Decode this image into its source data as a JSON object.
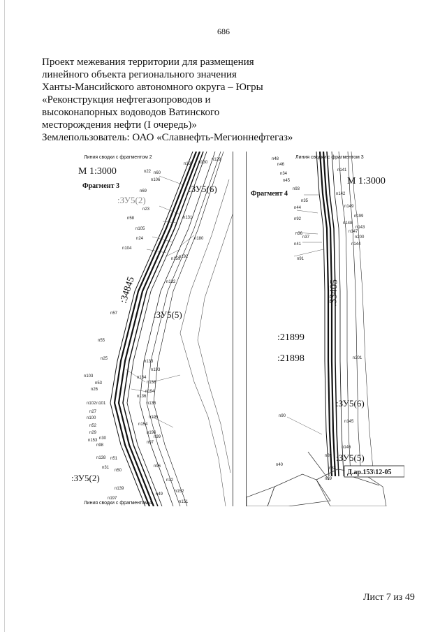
{
  "page_number": "686",
  "title_lines": [
    "Проект межевания территории для размещения",
    "линейного объекта регионального значения",
    "Ханты-Мансийского автономного округа – Югры",
    "«Реконструкция нефтегазопроводов и",
    "высоконапорных водоводов Ватинского",
    "месторождения нефти (I очередь)»",
    "Землепользователь: ОАО «Славнефть-Мегионнефтегаз»"
  ],
  "map_left": {
    "top_caption": "Линия сводки с фрагментом 2",
    "bottom_caption": "Линия сводки с фрагментом 4",
    "scale": "М 1:3000",
    "fragment": "Фрагмент 3",
    "cadastral": ":34845",
    "zones": [
      ":ЗУ5(6)",
      ":ЗУ5(2)",
      ":ЗУ5(5)",
      ":ЗУ5(2)"
    ],
    "labels": [
      "n107",
      "n130",
      "n129",
      "n22",
      "n60",
      "n106",
      "n69",
      "n23",
      "n58",
      "n131",
      "n105",
      "n24",
      "n180",
      "n104",
      "n159",
      "n192",
      "n132",
      "n57",
      "n55",
      "n25",
      "n133",
      "n103",
      "n193",
      "n134",
      "n53",
      "n158",
      "n26",
      "n194",
      "n136",
      "n102",
      "n101",
      "n27",
      "n135",
      "n100",
      "n195",
      "n52",
      "n154",
      "n196",
      "n29",
      "n99",
      "n153",
      "n30",
      "n98",
      "n97",
      "n138",
      "n51",
      "n31",
      "n50",
      "n96",
      "n139",
      "n32",
      "n197",
      "n49",
      "n152",
      "n151",
      "n140"
    ]
  },
  "map_right": {
    "top_caption": "Линия сводки с фрагментом 3",
    "scale": "М 1:3000",
    "fragment": "Фрагмент 4",
    "cadastral": ":33405",
    "parcels": [
      ":21899",
      ":21898"
    ],
    "zones": [
      ":ЗУ5(6)",
      ":ЗУ5(5)"
    ],
    "badge": "Д.ар.153\\12-05",
    "labels": [
      "n48",
      "n46",
      "n34",
      "n45",
      "n141",
      "n93",
      "n35",
      "n142",
      "n44",
      "n149",
      "n199",
      "n92",
      "n148",
      "n143",
      "n147",
      "n36",
      "n37",
      "n200",
      "n41",
      "n144",
      "n91",
      "n201",
      "n90",
      "n145",
      "n146",
      "n89",
      "n40",
      "n38",
      "n39"
    ]
  },
  "sheet_label": "Лист 7 из 49"
}
